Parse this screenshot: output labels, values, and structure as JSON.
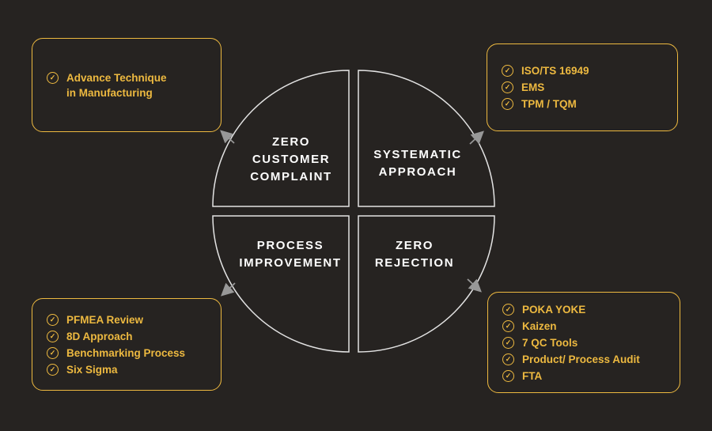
{
  "colors": {
    "background": "#262321",
    "accent": "#edb940",
    "circle_stroke": "#e3e3e3",
    "arrow": "#989898",
    "label_text": "#ffffff"
  },
  "diagram": {
    "quadrants": {
      "top_left": {
        "label": "ZERO\nCUSTOMER\nCOMPLAINT"
      },
      "top_right": {
        "label": "SYSTEMATIC\nAPPROACH"
      },
      "bottom_left": {
        "label": "PROCESS\nIMPROVEMENT"
      },
      "bottom_right": {
        "label": "ZERO\nREJECTION"
      }
    }
  },
  "callouts": {
    "check_icon": "✓",
    "top_left": {
      "items": [
        "Advance Technique\nin Manufacturing"
      ]
    },
    "top_right": {
      "items": [
        "ISO/TS 16949",
        "EMS",
        "TPM / TQM"
      ]
    },
    "bottom_left": {
      "items": [
        "PFMEA Review",
        "8D Approach",
        "Benchmarking Process",
        "Six Sigma"
      ]
    },
    "bottom_right": {
      "items": [
        "POKA YOKE",
        "Kaizen",
        "7 QC Tools",
        "Product/ Process Audit",
        "FTA"
      ]
    }
  }
}
